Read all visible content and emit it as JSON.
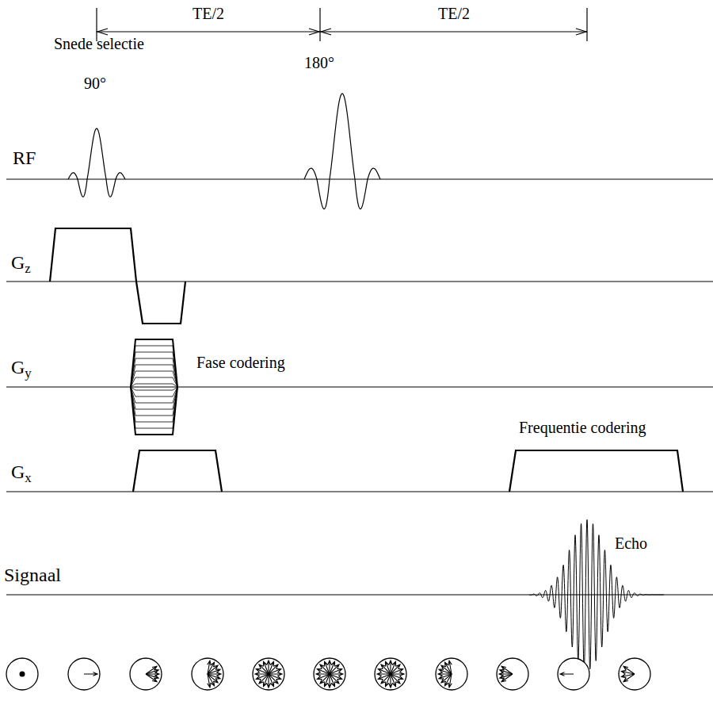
{
  "diagram": {
    "labels": [
      "TE/2",
      "TE/2",
      "90°",
      "180°",
      "RF",
      "Snede selectie",
      "Gz",
      "Fase codering",
      "Gy",
      "Gx",
      "Frequentie codering",
      "Signaal",
      "Echo"
    ]
  }
}
